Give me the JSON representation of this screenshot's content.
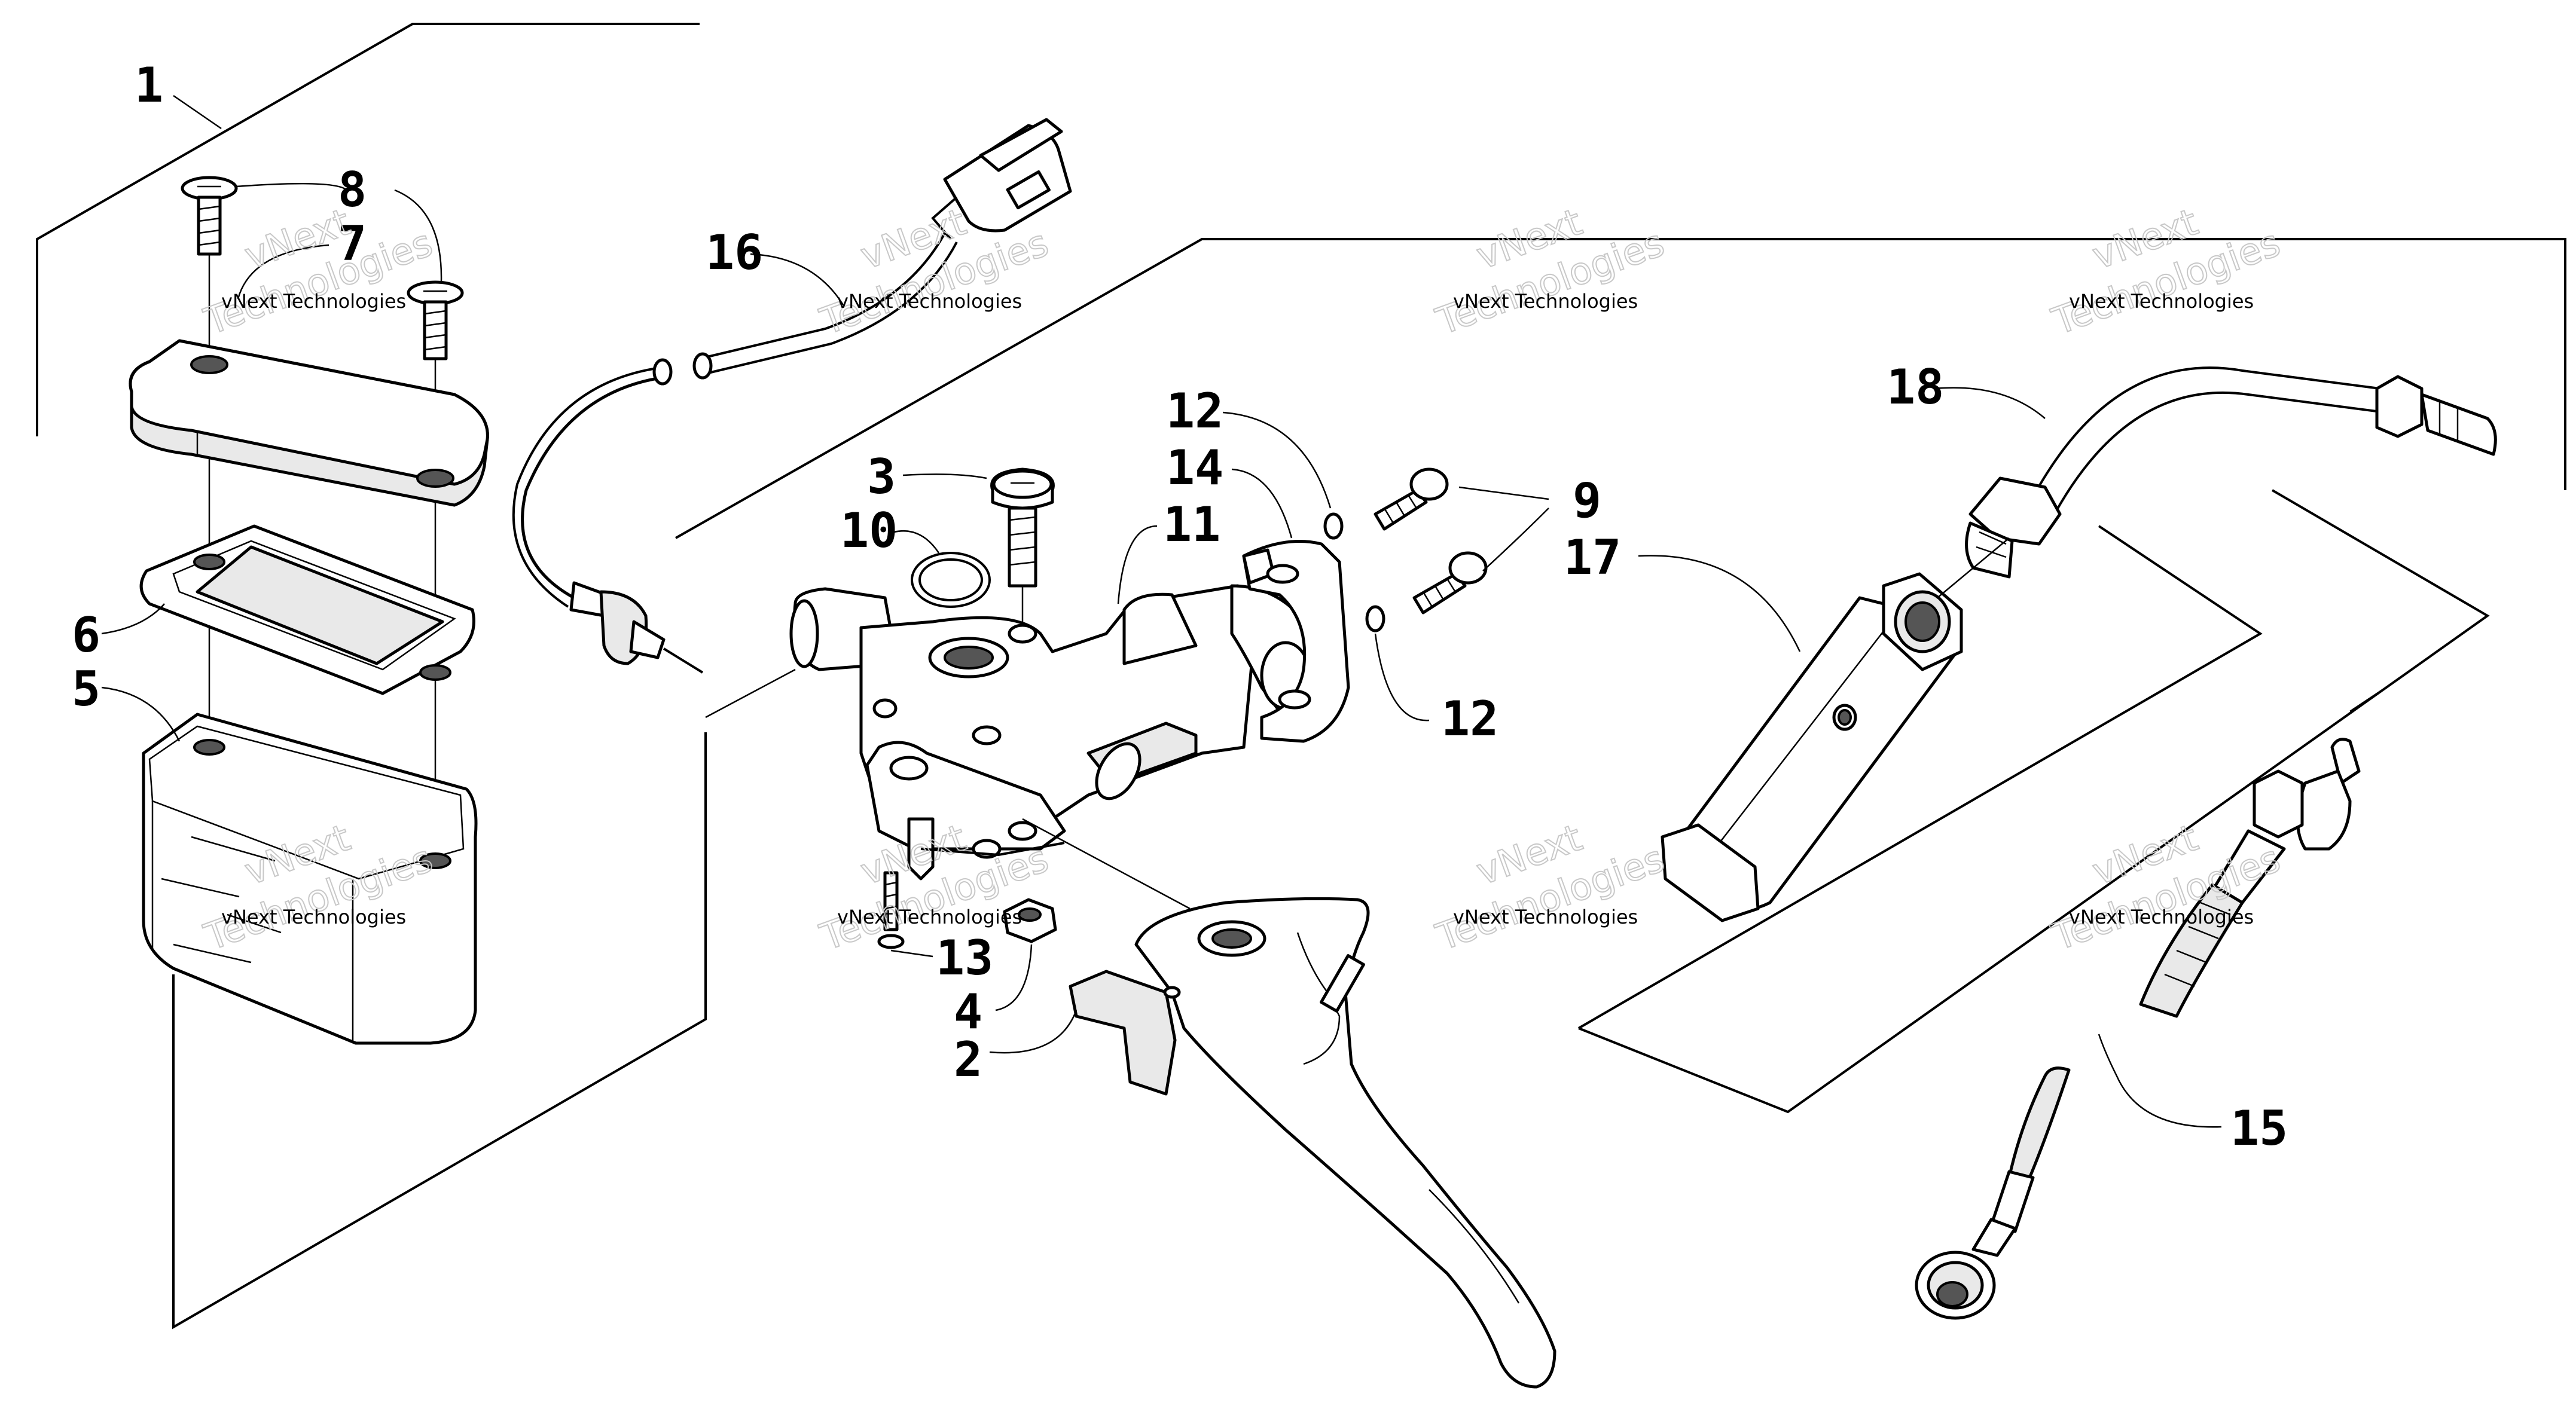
{
  "callouts": [
    "1",
    "2",
    "3",
    "4",
    "5",
    "6",
    "7",
    "8",
    "9",
    "10",
    "11",
    "12",
    "12",
    "13",
    "14",
    "15",
    "16",
    "17",
    "18"
  ],
  "watermark": {
    "line1": "vNext Technologies",
    "big_line1": "vNext",
    "big_line2": "Technologies"
  }
}
